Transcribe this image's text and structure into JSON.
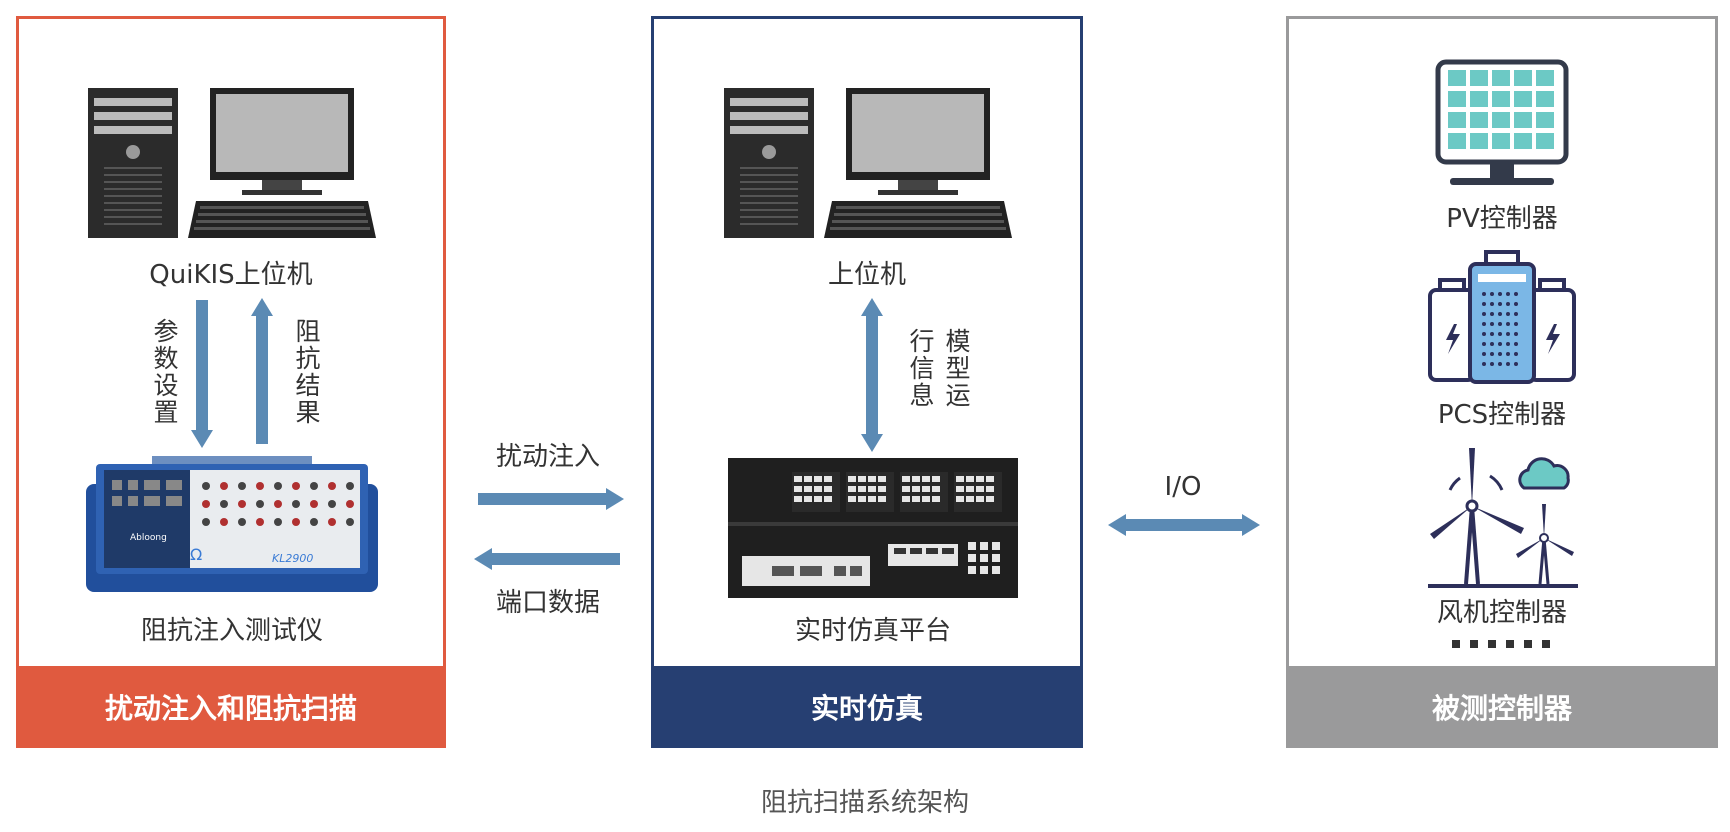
{
  "colors": {
    "red": "#e05a3f",
    "navy": "#263f72",
    "gray": "#9a9a9b",
    "arrow": "#5b8ab4"
  },
  "panels": {
    "left": {
      "footer": "扰动注入和阻抗扫描",
      "pc_label": "QuiKIS上位机",
      "down_arrow_label": "参数设置",
      "up_arrow_label": "阻抗结果",
      "device_label": "阻抗注入测试仪"
    },
    "middle": {
      "footer": "实时仿真",
      "pc_label": "上位机",
      "arrow_label": "模型运行信息",
      "device_label": "实时仿真平台"
    },
    "right": {
      "footer": "被测控制器",
      "items": [
        "PV控制器",
        "PCS控制器",
        "风机控制器"
      ]
    }
  },
  "connectors": {
    "right_arrow_label": "扰动注入",
    "left_arrow_label": "端口数据",
    "io_label": "I/O"
  },
  "device_text": {
    "tester_brand": "Abloong",
    "tester_model": "KL2900",
    "tester_omega": "Ω"
  },
  "caption": "阻抗扫描系统架构"
}
